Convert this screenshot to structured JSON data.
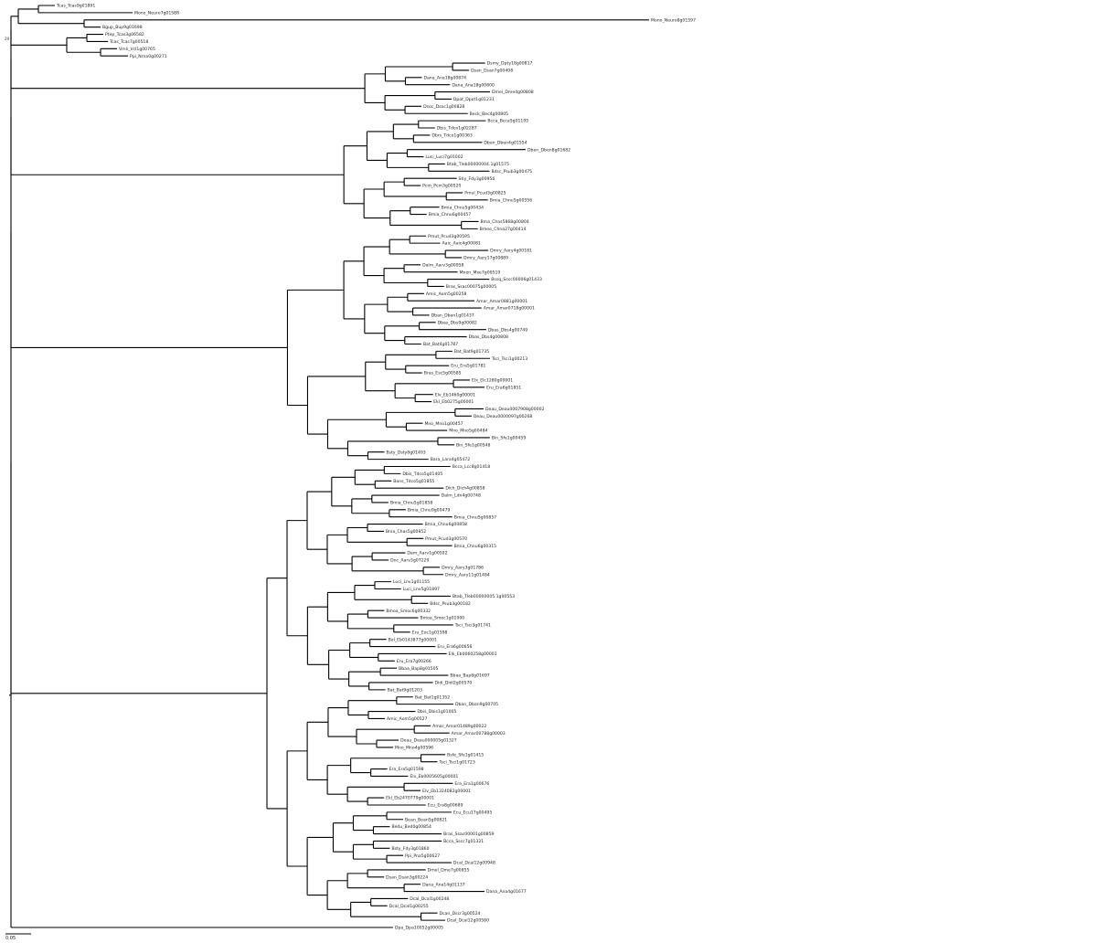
{
  "tree": {
    "scale_bar": "0.05",
    "root_support": "29",
    "tips": [
      "Tcas_Tcas9g01891",
      "Mono_Neuro7g01588",
      "Mono_Neuro8g01597",
      "Bgup_Bup9g01698",
      "Ptep_Tcas3g06582",
      "Tcas_Tcas7g00518",
      "Vmli_Vcl1g00765",
      "Ppi_Nrna0g00271",
      "Dsmy_Dpty18g00817",
      "Dsan_Dsan7g00408",
      "Dana_Ana18g00874",
      "Dana_Ana18g00800",
      "Dmel_Dme4g00808",
      "Dpot_Dpot1g01231",
      "Dsoc_Dsoc1g00828",
      "Beck_Bec4g00805",
      "Bcca_Bcca5g01195",
      "Dbis_Tdco1g02287",
      "Dbrs_Tdco1g00363",
      "Dben_Dben4g01554",
      "Dben_Dben8g01682",
      "Luci_Luci7g01002",
      "Btab_Tleb00000004.1g01575",
      "Bdsc_Psub3g00475",
      "Stiy_Fdy3g00956",
      "Pcm_Pcm3g00520",
      "Pmul_Pcud3g00825",
      "Bmia_Chnu5g00556",
      "Bmia_Chnu5g00434",
      "Bmia_Chnu6g00457",
      "Bma_Chas5868g00804",
      "Bmeo_Chna27g00414",
      "Pmut_Pcud3g00595",
      "Aaic_Aaic4g00081",
      "Dmry_Aary4g00181",
      "Dmry_Aary17g00889",
      "Dalm_Aarv3g00958",
      "Mnen_Mxe7g00519",
      "Bssq_Sscc00006g01433",
      "Bras_Ssac00075g00005",
      "Amic_Aom5g00258",
      "Amar_Amar0881g00001",
      "Amar_Amar0718g00001",
      "Dban_Dban1g01437",
      "Dbas_Dbs9g00082",
      "Dbas_Dbs4g00749",
      "Dbas_Dbs4g00808",
      "Bat_Bat4g01787",
      "Bat_Bat9g01735",
      "Tsci_Tsci1g00213",
      "Eru_Era5g01781",
      "Bras_Esc5g00585",
      "Elx_Elc1280g00001",
      "Eru_Era6g01851",
      "Elv_Eb1460g00001",
      "Ekl_Eb0275g00001",
      "Deau_Deau0007908g00002",
      "Deau_Deau0000097g00268",
      "Mno_Mno1g00457",
      "Mno_Mno5g00484",
      "Bin_Sfe1g00459",
      "Bin_Sfe1g00548",
      "Bsty_Dsty8g01493",
      "Bara_Lara4g05472",
      "Bcca_Lcc8g01418",
      "Dbis_Tdco5g01405",
      "Bans_Tdco5g01855",
      "Dich_Dich4g00858",
      "Dalm_Ldn4g00748",
      "Bmia_Chnu5g01858",
      "Bmia_Chnu9g00479",
      "Bmia_Chnu5g00857",
      "Bmia_Chnu6g00858",
      "Bnia_Chas5g00852",
      "Pmut_Pcud3g00570",
      "Bmia_Chnu6g00315",
      "Dam_Aarv1g00502",
      "Dnc_Aarv3g07229",
      "Dmry_Aary3g01786",
      "Dmry_Aary11g01484",
      "Luci_Lnv1g01155",
      "Luci_Lnv5g01897",
      "Btab_Tleb00000005.1g00553",
      "Bdsc_Psub3g00182",
      "Bmoa_Smoc6g00332",
      "Bmoa_Smoc1g01000",
      "Tsci_Tsci3g01741",
      "Eru_Eoc1g01598",
      "Bol_Eb0143877g00001",
      "Eru_Era6g00656",
      "Elk_Eb0060258g00001",
      "Eru_Era7g00266",
      "Bbaa_Bap8g01505",
      "Bbaa_Bap8g01697",
      "Didi_Didi2g00570",
      "Bat_Bat9g01203",
      "Bat_Bat1g01352",
      "Dban_Dban9g00705",
      "Dbis_Dbis1g01005",
      "Amic_Aom5g00527",
      "Amar_Amar01489g00022",
      "Amar_Amar00788g00003",
      "Deau_Deau000005g01327",
      "Mno_Mno4g00596",
      "Bsfe_Sfe1g01415",
      "Tsci_Tsci1g01723",
      "Era_Era5g01598",
      "Elx_Eb0005605g00001",
      "Era_Era1g00676",
      "Elv_Eb1324082g00001",
      "Ekl_Eb2470779g00001",
      "Ecu_Era8g00689",
      "Ecu_Ecu17g00495",
      "Bean_Bean5g00821",
      "Bedu_Bed0g00854",
      "Bras_Ssac00001g00859",
      "Bcca_Sscc7g01321",
      "Bsty_Fdy3g01860",
      "Ppi_Pna5g00627",
      "Dcal_Dcal12g00948",
      "Dmel_Dme7g00855",
      "Dsan_Dsan3g00224",
      "Dana_Ana14g01137",
      "Dana_Ana4g01677",
      "Dcal_Dcal1g00248",
      "Dcal_Dcal1g00255",
      "Dcan_Dscr3g00524",
      "Dcal_Dcal12g00580",
      "Dpa_Dpa10052g00005"
    ]
  }
}
